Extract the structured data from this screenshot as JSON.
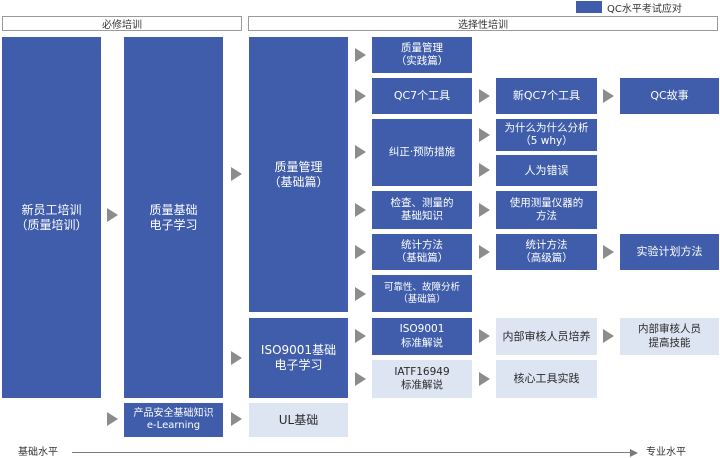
{
  "legend": {
    "label": "QC水平考试应对",
    "color": "#3f5daa"
  },
  "headers": {
    "required": "必修培训",
    "elective": "选择性培训"
  },
  "boxes": {
    "new_employee": "新员工培训\n（质量培训）",
    "quality_elearning": "质量基础\n电子学习",
    "product_safety": "产品安全基础知识\ne-Learning",
    "qm_basic": "质量管理\n（基础篇）",
    "iso_elearning": "ISO9001基础\n电子学习",
    "ul_basic": "UL基础",
    "qm_practice": "质量管理\n（实践篇）",
    "qc7": "QC7个工具",
    "new_qc7": "新QC7个工具",
    "qc_story": "QC故事",
    "corrective": "纠正·预防措施",
    "why_why": "为什么为什么分析\n（5 why）",
    "human_error": "人为错误",
    "inspection": "检查、测量的\n基础知识",
    "instrument": "使用测量仪器的\n方法",
    "stats_basic": "统计方法\n（基础篇）",
    "stats_adv": "统计方法\n（高级篇）",
    "doe": "实验计划方法",
    "reliability": "可靠性、故障分析\n（基础篇）",
    "iso9001_std": "ISO9001\n标准解说",
    "auditor_training": "内部审核人员培养",
    "auditor_skill": "内部审核人员\n提高技能",
    "iatf_std": "IATF16949\n标准解说",
    "core_tools": "核心工具实践"
  },
  "axis": {
    "start": "基础水平",
    "end": "专业水平"
  }
}
